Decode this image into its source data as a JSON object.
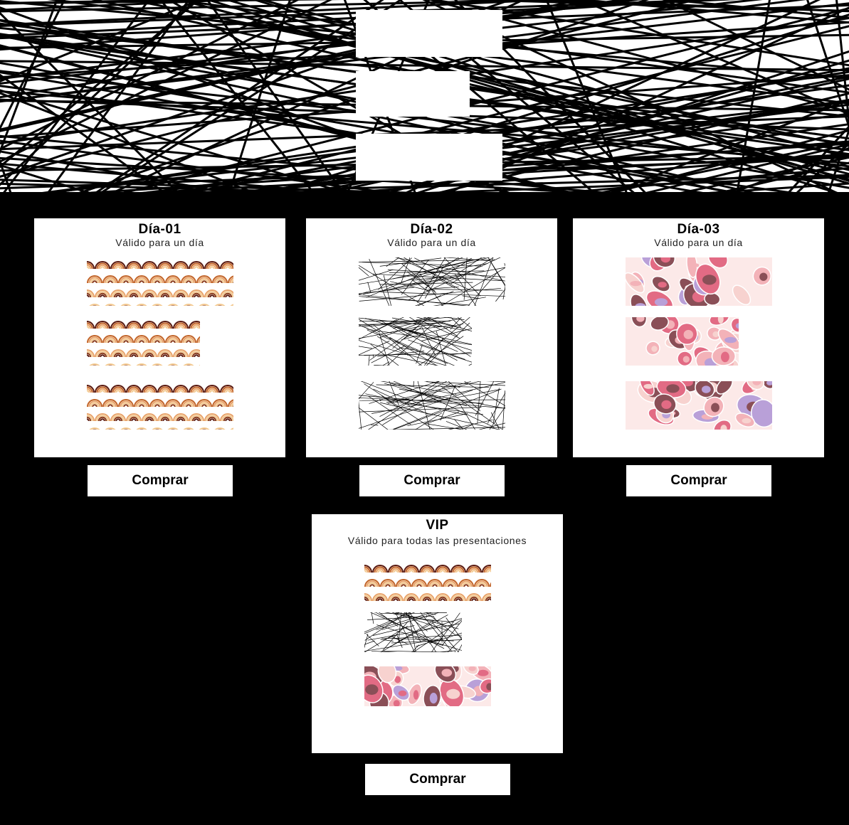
{
  "hero": {
    "pattern": "random-line-web",
    "colors": {
      "line": "#000000",
      "background": "#ffffff"
    }
  },
  "page": {
    "background": "#000000"
  },
  "cards": [
    {
      "title": "Día-01",
      "subtitle": "Válido para un día",
      "pattern": "arches",
      "button": "Comprar"
    },
    {
      "title": "Día-02",
      "subtitle": "Válido para un día",
      "pattern": "lines",
      "button": "Comprar"
    },
    {
      "title": "Día-03",
      "subtitle": "Válido para un día",
      "pattern": "blobs",
      "button": "Comprar"
    },
    {
      "title": "VIP",
      "subtitle": "Válido para todas las presentaciones",
      "pattern": "mixed",
      "button": "Comprar"
    }
  ],
  "palettes": {
    "arches": [
      "#5a1a10",
      "#c2652a",
      "#e8a36a",
      "#f3c98f",
      "#8a3a1a"
    ],
    "blobs": [
      "#e26b84",
      "#f3b2b8",
      "#b9a0d8",
      "#8a4f57",
      "#f7d2cf"
    ]
  }
}
